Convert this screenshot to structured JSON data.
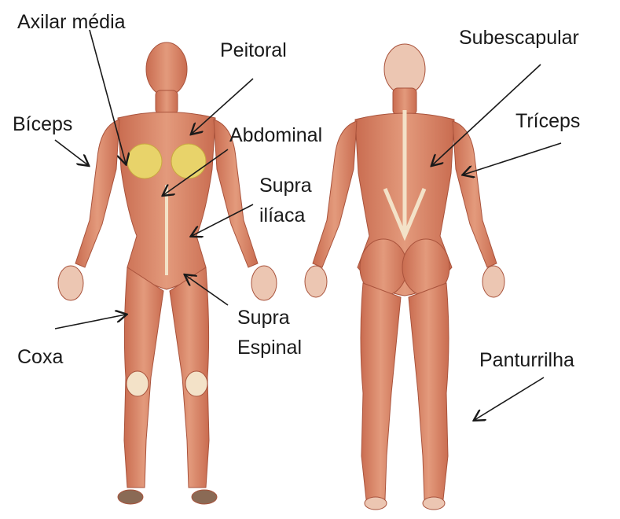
{
  "labels": {
    "axilar_media": "Axilar média",
    "peitoral": "Peitoral",
    "biceps": "Bíceps",
    "abdominal": "Abdominal",
    "supra_iliaca_1": "Supra",
    "supra_iliaca_2": "ilíaca",
    "supra_espinal_1": "Supra",
    "supra_espinal_2": "Espinal",
    "coxa": "Coxa",
    "subescapular": "Subescapular",
    "triceps": "Tríceps",
    "panturrilha": "Panturrilha"
  },
  "colors": {
    "muscle": "#d9866a",
    "muscle_dark": "#b8573f",
    "tendon": "#f3e2c8",
    "breast": "#e8d36a",
    "background": "#ffffff",
    "arrow": "#1a1a1a"
  }
}
